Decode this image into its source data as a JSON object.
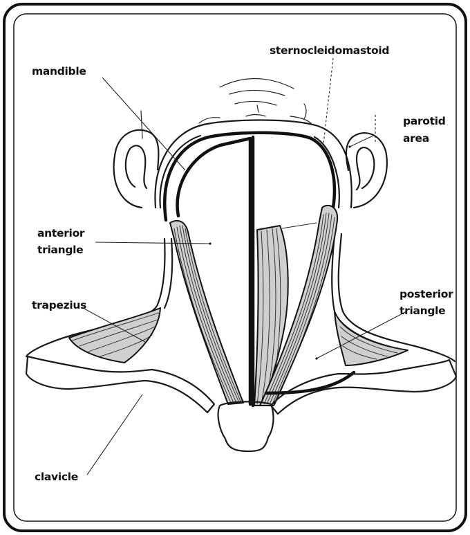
{
  "labels": {
    "mandible": "mandible",
    "sternocleidomastoid": "sternocleidomastoid",
    "parotid_line1": "parotid",
    "parotid_line2": "area",
    "anterior_line1": "anterior",
    "anterior_line2": "triangle",
    "trapezius": "trapezius",
    "posterior_line1": "posterior",
    "posterior_line2": "triangle",
    "clavicle": "clavicle"
  }
}
